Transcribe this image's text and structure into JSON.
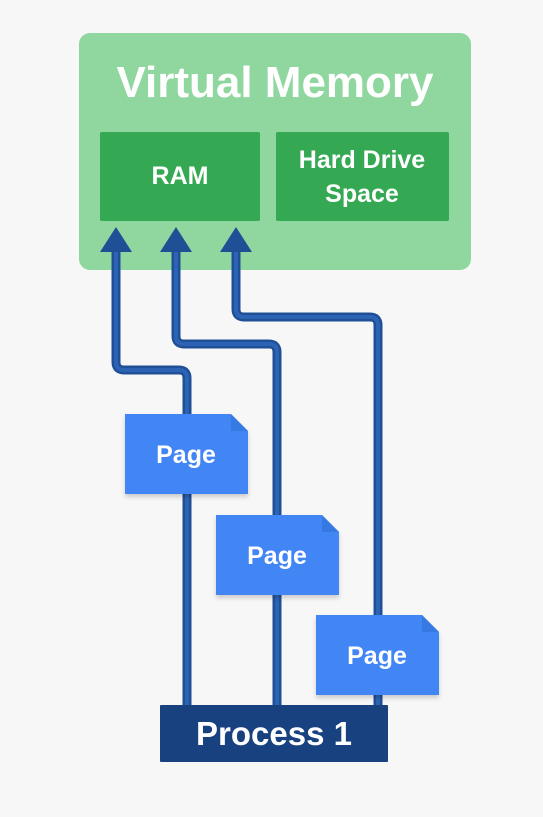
{
  "diagram": {
    "virtual_memory": {
      "title": "Virtual Memory",
      "ram_label": "RAM",
      "hard_drive_label_line1": "Hard Drive",
      "hard_drive_label_line2": "Space"
    },
    "pages": [
      {
        "label": "Page"
      },
      {
        "label": "Page"
      },
      {
        "label": "Page"
      }
    ],
    "process": {
      "label": "Process 1"
    }
  },
  "colors": {
    "background": "#f7f7f7",
    "virtual_memory_panel": "#8fd79f",
    "storage_box": "#34a853",
    "page_card": "#4285f4",
    "page_card_shadow": "#2f6fd6",
    "arrow": "#1f4f95",
    "process_box": "#17417f",
    "label_text": "#ffffff"
  },
  "icons": {
    "arrow_head": "up-arrow-icon",
    "page_card": "document-page-icon"
  }
}
